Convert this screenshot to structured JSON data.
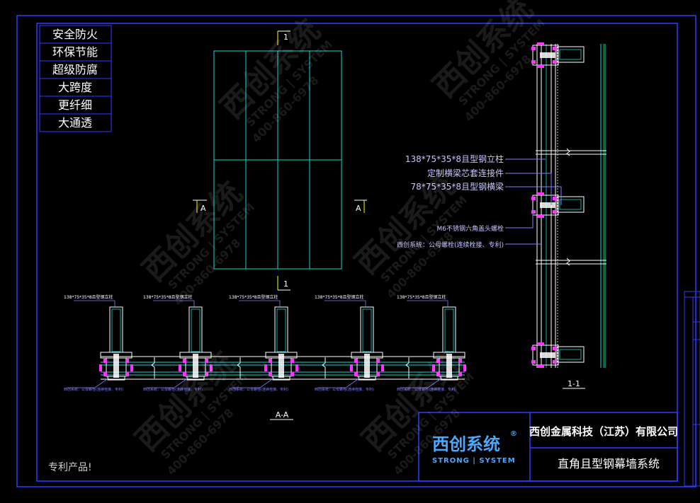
{
  "features": [
    "安全防火",
    "环保节能",
    "超级防腐",
    "大跨度",
    "更纤细",
    "大通透"
  ],
  "section_marks": {
    "top": "1",
    "bottom": "1",
    "left": "A",
    "right": "A"
  },
  "callouts": [
    "138*75*35*8且型钢立柱",
    "定制横梁芯套连接件",
    "78*75*35*8且型钢横梁",
    "M6不锈钢六角盖头螺栓",
    "西创系统：公母螺栓(连续栓接、专利)"
  ],
  "plan_labels": [
    "138*75*35*8且型钢立柱",
    "138*75*35*8且型钢立柱",
    "138*75*35*8且型钢立柱",
    "138*75*35*8且型钢立柱",
    "138*75*35*8且型钢立柱"
  ],
  "plan_notes": [
    "西创系统：公母螺栓(连续栓接、专利)",
    "西创系统：公母螺栓(连续栓接、专利)",
    "西创系统：公母螺栓(连续栓接、专利)",
    "西创系统：公母螺栓(连续栓接、专利)",
    "西创系统：公母螺栓(连续栓接、专利)"
  ],
  "section_titles": {
    "plan": "A-A",
    "elevation": "1-1"
  },
  "title_block": {
    "brand": "西创系统",
    "brand_mark": "®",
    "brand_sub": "STRONG | SYSTEM",
    "company": "西创金属科技（江苏）有限公司",
    "system_name": "直角且型钢幕墙系统"
  },
  "patent": "专利产品!",
  "watermark": {
    "brand": "西创系统",
    "sub": "STRONG | SYSTEM",
    "phone": "400-860-6978"
  },
  "colors": {
    "border": "#2f3cff",
    "glass": "#19d3d3",
    "profile": "#ffffff",
    "gasket": "#ff33ff",
    "leader": "#8080ff",
    "brand": "#4aa8ff"
  }
}
